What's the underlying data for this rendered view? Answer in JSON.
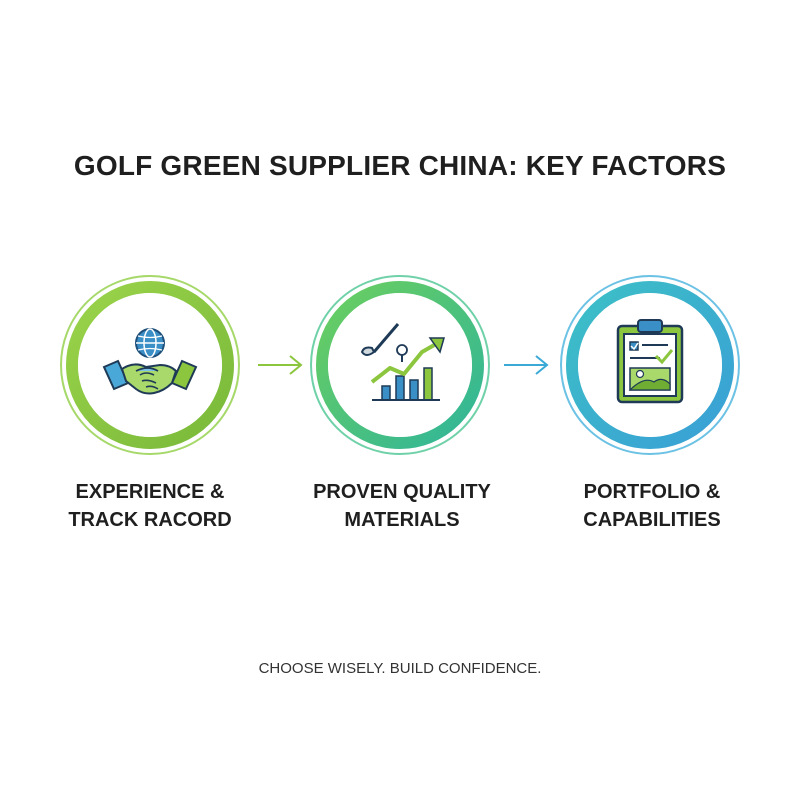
{
  "title": "GOLF GREEN SUPPLIER CHINA: KEY FACTORS",
  "steps": [
    {
      "line1": "EXPERIENCE &",
      "line2": "TRACK RACORD",
      "icon": "handshake-globe-icon",
      "color": "#8cc63f"
    },
    {
      "line1": "PROVEN QUALITY",
      "line2": "MATERIALS",
      "icon": "golf-growth-chart-icon",
      "color": "#3bbf8a"
    },
    {
      "line1": "PORTFOLIO &",
      "line2": "CAPABILITIES",
      "icon": "clipboard-checklist-icon",
      "color": "#3aa9d6"
    }
  ],
  "footer": "CHOOSE WISELY. BUILD CONFIDENCE.",
  "colors": {
    "green": "#8cc63f",
    "teal": "#3bbf8a",
    "blue": "#3aa9d6",
    "dark": "#1f1f1f"
  }
}
